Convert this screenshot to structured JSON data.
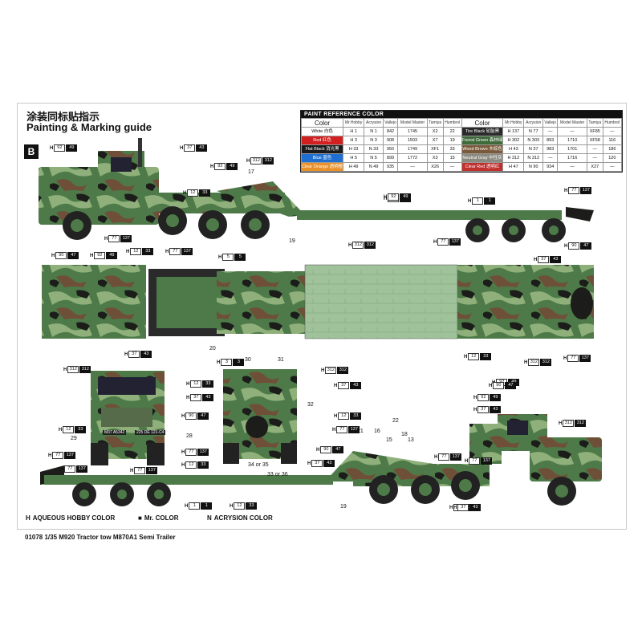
{
  "title_cn": "涂装同标贴指示",
  "title_en": "Painting & Marking guide",
  "section": "B",
  "paint_table": {
    "heading": "PAINT REFERENCE COLOR",
    "columns": [
      "Color",
      "Mr.Hobby",
      "Acrysion",
      "Vallejo",
      "Model Master",
      "Tamiya",
      "Humbrol"
    ],
    "left": [
      {
        "color": "White",
        "cn": "白色",
        "swatch": "#ffffff",
        "mrhobby": "1",
        "acrysion": "1",
        "vallejo": "842",
        "modelmaster": "1745",
        "tamiya": "X2",
        "humbrol": "22"
      },
      {
        "color": "Red",
        "cn": "红色",
        "swatch": "#d21f1f",
        "mrhobby": "3",
        "acrysion": "3",
        "vallejo": "908",
        "modelmaster": "1503",
        "tamiya": "X7",
        "humbrol": "19"
      },
      {
        "color": "Flat Black",
        "cn": "消光黑",
        "swatch": "#1a1a1a",
        "mrhobby": "33",
        "acrysion": "33",
        "vallejo": "950",
        "modelmaster": "1749",
        "tamiya": "XF1",
        "humbrol": "33"
      },
      {
        "color": "Blue",
        "cn": "蓝色",
        "swatch": "#1f6fd0",
        "mrhobby": "5",
        "acrysion": "5",
        "vallejo": "899",
        "modelmaster": "1772",
        "tamiya": "X3",
        "humbrol": "15"
      },
      {
        "color": "Clear Orange",
        "cn": "透明橙",
        "swatch": "#e8902a",
        "mrhobby": "49",
        "acrysion": "49",
        "vallejo": "935",
        "modelmaster": "—",
        "tamiya": "X26",
        "humbrol": "—"
      }
    ],
    "right": [
      {
        "color": "Tire Black",
        "cn": "轮胎黑",
        "swatch": "#2a2a2a",
        "mrhobby": "137",
        "acrysion": "77",
        "vallejo": "—",
        "modelmaster": "—",
        "tamiya": "XF85",
        "humbrol": "—"
      },
      {
        "color": "Forest Green",
        "cn": "森林绿",
        "swatch": "#3f6b3a",
        "mrhobby": "302",
        "acrysion": "303",
        "vallejo": "893",
        "modelmaster": "1710",
        "tamiya": "XF58",
        "humbrol": "116"
      },
      {
        "color": "Wood Brown",
        "cn": "木棕色",
        "swatch": "#7a5a3a",
        "mrhobby": "43",
        "acrysion": "37",
        "vallejo": "983",
        "modelmaster": "1701",
        "tamiya": "—",
        "humbrol": "186"
      },
      {
        "color": "Neutral Gray",
        "cn": "中性灰",
        "swatch": "#8a8a80",
        "mrhobby": "312",
        "acrysion": "312",
        "vallejo": "—",
        "modelmaster": "1716",
        "tamiya": "—",
        "humbrol": "120"
      },
      {
        "color": "Clear Red",
        "cn": "透明红",
        "swatch": "#c0302e",
        "mrhobby": "47",
        "acrysion": "90",
        "vallejo": "934",
        "modelmaster": "—",
        "tamiya": "X27",
        "humbrol": "—"
      }
    ]
  },
  "callouts": [
    {
      "code": "H",
      "val": "92",
      "val2": "49"
    },
    {
      "code": "H",
      "val": "37",
      "val2": "43"
    },
    {
      "code": "H",
      "val": "312",
      "val2": "312"
    },
    {
      "code": "H",
      "val": "92",
      "val2": "49"
    },
    {
      "code": "H",
      "val": "12",
      "val2": "33"
    },
    {
      "code": "H",
      "val": "12",
      "val2": "33"
    },
    {
      "code": "H",
      "val": "92",
      "val2": "49"
    },
    {
      "code": "H",
      "val": "1",
      "val2": "1"
    },
    {
      "code": "H",
      "val": "77",
      "val2": "137"
    },
    {
      "code": "H",
      "val": "77",
      "val2": "137"
    },
    {
      "code": "H",
      "val": "77",
      "val2": "137"
    },
    {
      "code": "H",
      "val": "90",
      "val2": "47"
    },
    {
      "code": "H",
      "val": "312",
      "val2": "312"
    },
    {
      "code": "H",
      "val": "90",
      "val2": "47"
    },
    {
      "code": "H",
      "val": "92",
      "val2": "49"
    },
    {
      "code": "H",
      "val": "12",
      "val2": "33"
    },
    {
      "code": "H",
      "val": "77",
      "val2": "137"
    },
    {
      "code": "H",
      "val": "5",
      "val2": "5"
    },
    {
      "code": "H",
      "val": "37",
      "val2": "43"
    },
    {
      "code": "H",
      "val": "37",
      "val2": "43"
    },
    {
      "code": "H",
      "val": "3",
      "val2": "3"
    },
    {
      "code": "H",
      "val": "12",
      "val2": "33"
    },
    {
      "code": "H",
      "val": "312",
      "val2": "312"
    },
    {
      "code": "H",
      "val": "77",
      "val2": "137"
    },
    {
      "code": "H",
      "val": "312",
      "val2": "312"
    },
    {
      "code": "H",
      "val": "12",
      "val2": "33"
    },
    {
      "code": "H",
      "val": "312",
      "val2": "312"
    },
    {
      "code": "H",
      "val": "37",
      "val2": "43"
    },
    {
      "code": "H",
      "val": "37",
      "val2": "43"
    },
    {
      "code": "H",
      "val": "12",
      "val2": "33"
    },
    {
      "code": "H",
      "val": "90",
      "val2": "47"
    },
    {
      "code": "H",
      "val": "12",
      "val2": "33"
    },
    {
      "code": "H",
      "val": "77",
      "val2": "137"
    },
    {
      "code": "H",
      "val": "77",
      "val2": "137"
    },
    {
      "code": "H",
      "val": "77",
      "val2": "137"
    },
    {
      "code": "H",
      "val": "90",
      "val2": "47"
    },
    {
      "code": "H",
      "val": "37",
      "val2": "43"
    },
    {
      "code": "H",
      "val": "12",
      "val2": "33"
    },
    {
      "code": "H",
      "val": "77",
      "val2": "137"
    },
    {
      "code": "H",
      "val": "1",
      "val2": "1"
    },
    {
      "code": "H",
      "val": "12",
      "val2": "33"
    },
    {
      "code": "H",
      "val": "77",
      "val2": "137"
    },
    {
      "code": "H",
      "val": "92",
      "val2": "49"
    },
    {
      "code": "H",
      "val": "92",
      "val2": "49"
    },
    {
      "code": "H",
      "val": "12",
      "val2": "33"
    },
    {
      "code": "H",
      "val": "37",
      "val2": "43"
    },
    {
      "code": "H",
      "val": "312",
      "val2": "312"
    },
    {
      "code": "H",
      "val": "90",
      "val2": "47"
    },
    {
      "code": "H",
      "val": "77",
      "val2": "137"
    },
    {
      "code": "H",
      "val": "37",
      "val2": "43"
    },
    {
      "code": "H",
      "val": "77",
      "val2": "137"
    }
  ],
  "part_numbers": [
    "17",
    "19",
    "20",
    "30",
    "31",
    "32",
    "28",
    "29",
    "34 or 35",
    "33 or 36",
    "21",
    "16",
    "15",
    "22",
    "18",
    "13",
    "19"
  ],
  "plates": [
    "M37 A5342",
    "225 DE 121-C4"
  ],
  "legend": [
    {
      "symbol": "H",
      "label": "AQUEOUS HOBBY COLOR"
    },
    {
      "symbol": "■",
      "label": "Mr. COLOR"
    },
    {
      "symbol": "N",
      "label": "ACRYSION COLOR"
    }
  ],
  "footer": "01078  1/35  M920 Tractor tow M870A1 Semi Trailer",
  "colors": {
    "camo_green": "#4d7a48",
    "camo_light": "#8fb07a",
    "camo_brown": "#6e5038",
    "camo_black": "#1c1c1a",
    "deck_wood": "#9fc29a"
  }
}
